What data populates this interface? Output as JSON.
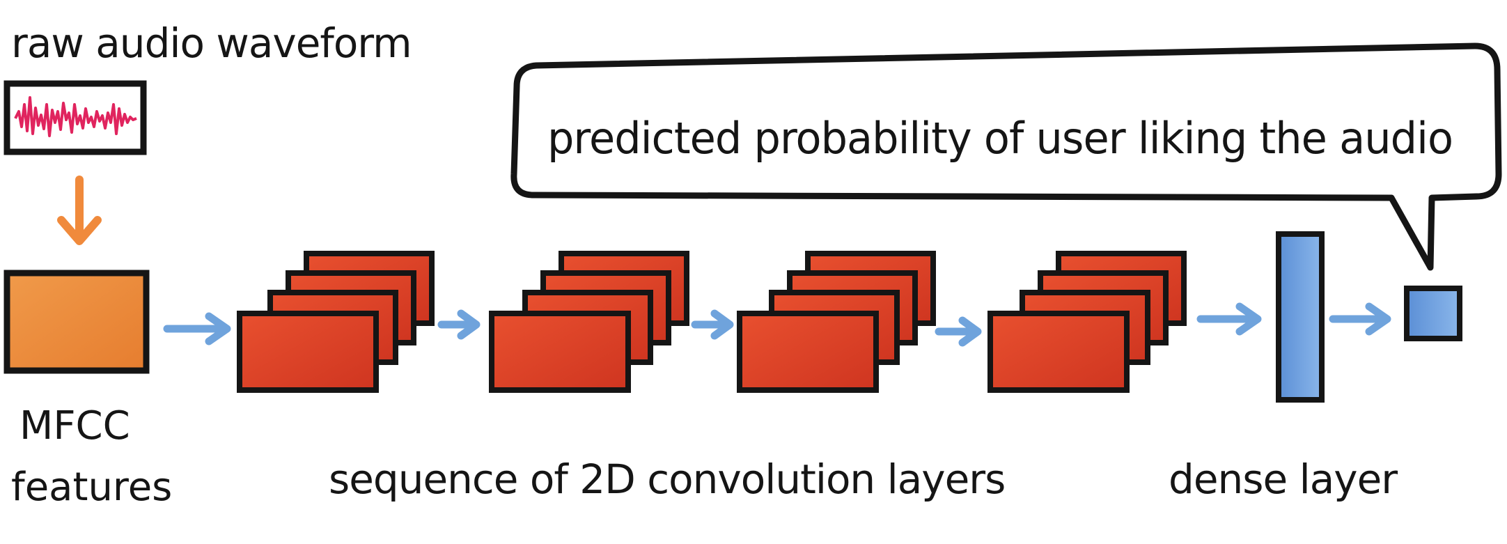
{
  "labels": {
    "input_title": "raw audio waveform",
    "mfcc_line1": "MFCC",
    "mfcc_line2": "features",
    "conv_caption": "sequence of 2D convolution layers",
    "dense_caption": "dense layer",
    "output_bubble": "predicted probability of user liking the audio"
  },
  "colors": {
    "outline": "#151515",
    "waveform": "#e0245e",
    "mfcc_fill": "#ec8a3a",
    "down_arrow": "#f08a3c",
    "conv_fill": "#e2412a",
    "conv_fill_dark": "#c9321f",
    "flow_arrow": "#6fa3dc",
    "dense_fill": "#6d9fe0",
    "output_fill": "#6d9fe0"
  }
}
